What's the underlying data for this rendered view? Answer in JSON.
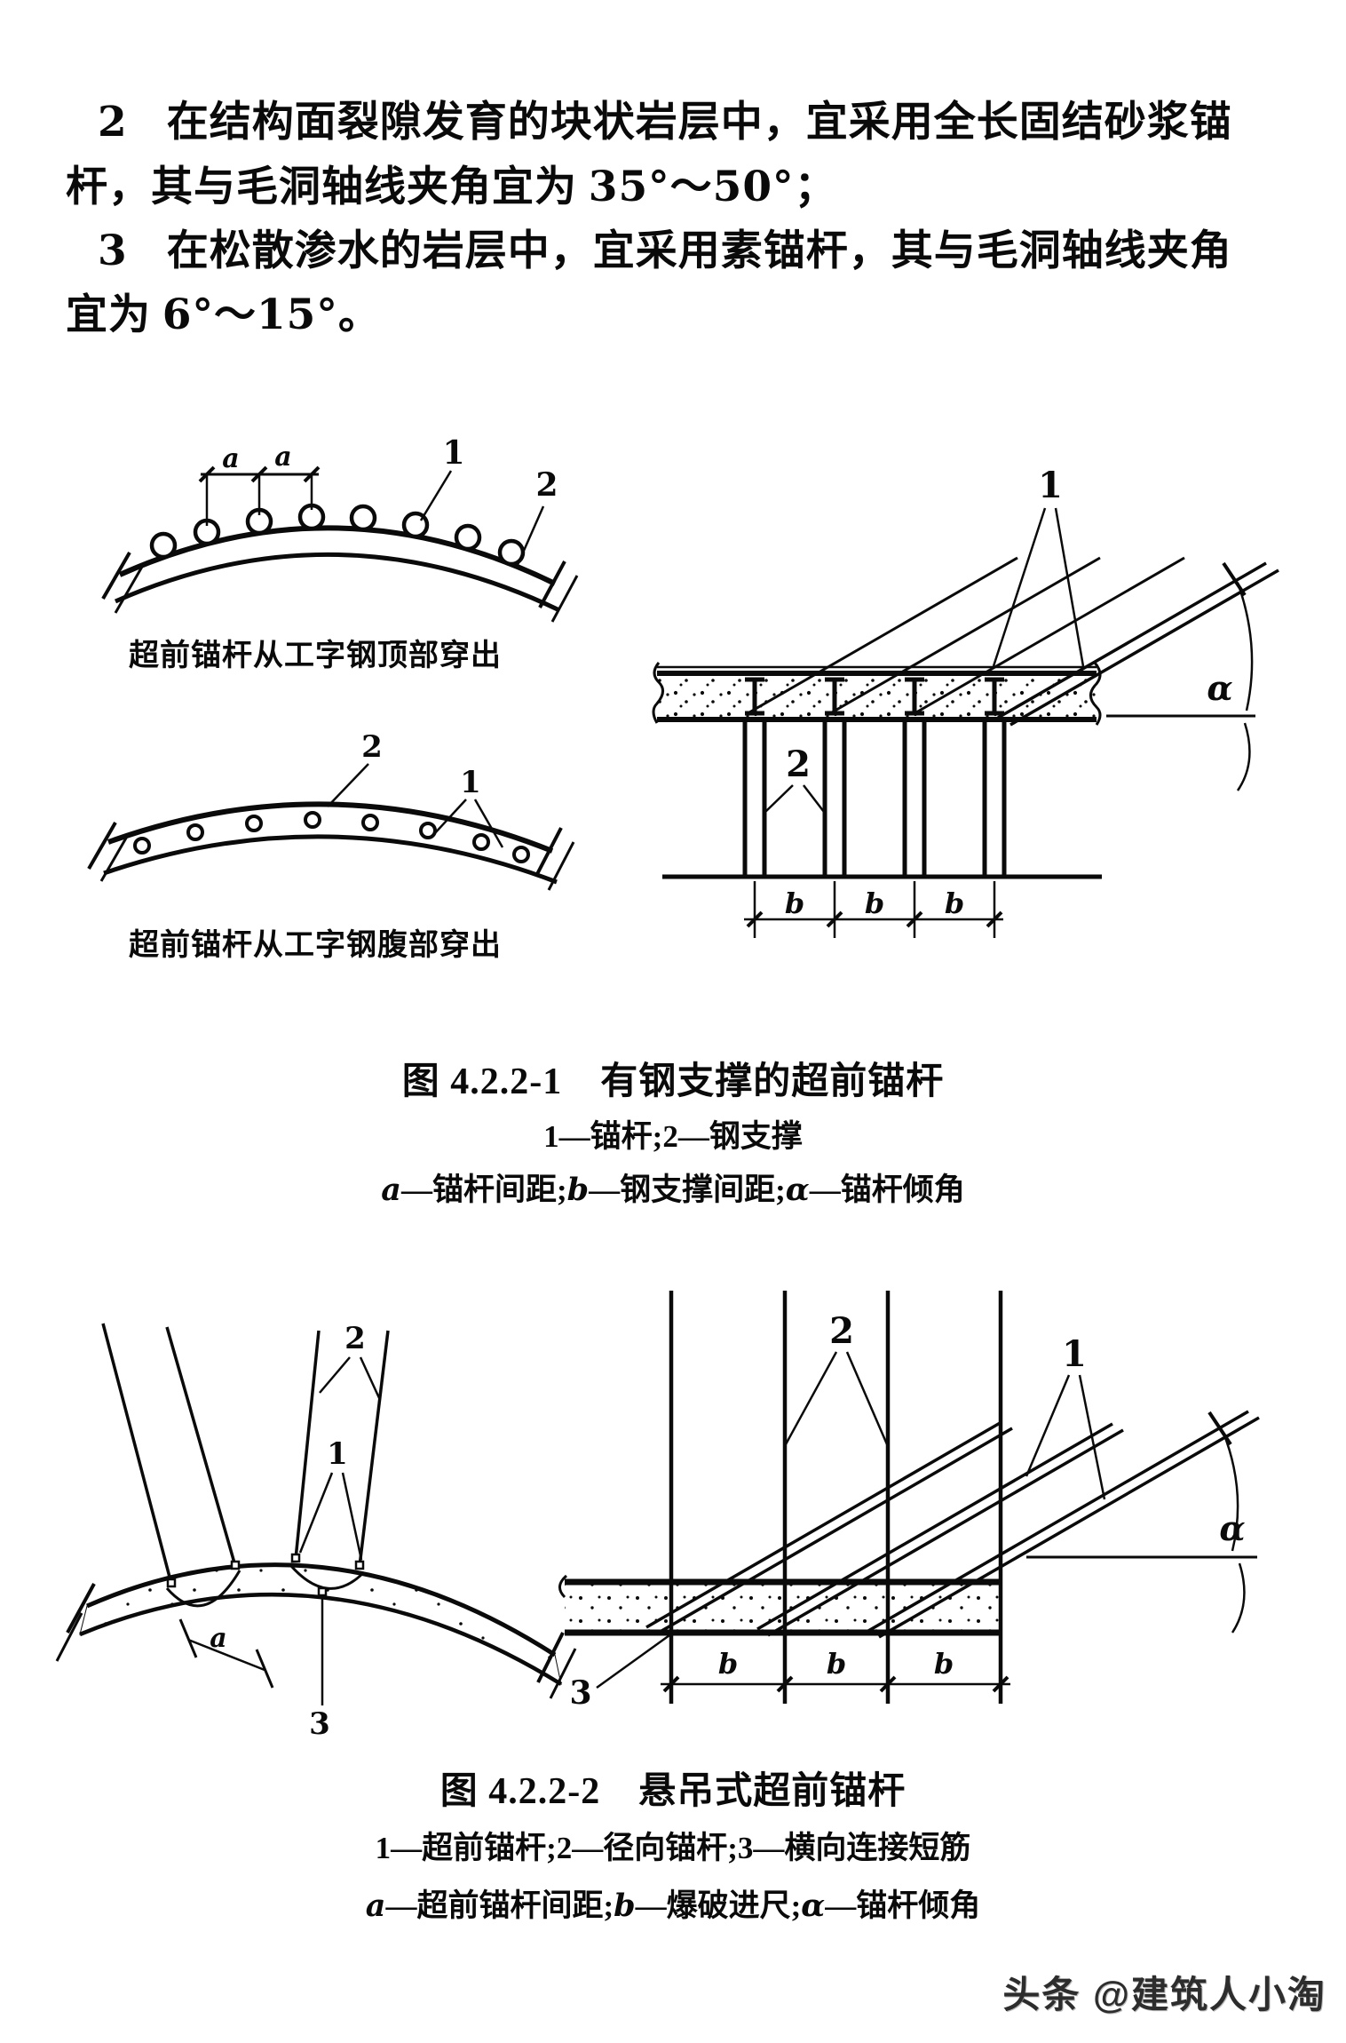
{
  "body": {
    "p2_num": "2",
    "p2_l1": "在结构面裂隙发育的块状岩层中，宜采用全长固结砂浆锚",
    "p2_l2_pre": "杆，其与毛洞轴线夹角宜为 ",
    "p2_l2_val": "35°～50°",
    "p2_l2_post": "；",
    "p3_num": "3",
    "p3_l1": "在松散渗水的岩层中，宜采用素锚杆，其与毛洞轴线夹角",
    "p3_l2_pre": "宜为 ",
    "p3_l2_val": "6°～15°",
    "p3_l2_post": "。"
  },
  "fig1": {
    "sub_caption_top": "超前锚杆从工字钢顶部穿出",
    "sub_caption_bottom": "超前锚杆从工字钢腹部穿出",
    "title": "图 4.2.2-1　有钢支撑的超前锚杆",
    "legend_items": "1—锚杆;2—钢支撑",
    "legend_vars": [
      {
        "v": "a",
        "d": "—锚杆间距;"
      },
      {
        "v": "b",
        "d": "—钢支撑间距;"
      },
      {
        "v": "α",
        "d": "—锚杆倾角"
      }
    ],
    "labels": {
      "one": "1",
      "two": "2",
      "a": "a",
      "b": "b",
      "alpha": "α"
    }
  },
  "fig2": {
    "title": "图 4.2.2-2　悬吊式超前锚杆",
    "legend_items": "1—超前锚杆;2—径向锚杆;3—横向连接短筋",
    "legend_vars": [
      {
        "v": "a",
        "d": "—超前锚杆间距;"
      },
      {
        "v": "b",
        "d": "—爆破进尺;"
      },
      {
        "v": "α",
        "d": "—锚杆倾角"
      }
    ],
    "labels": {
      "one": "1",
      "two": "2",
      "three": "3",
      "a": "a",
      "b": "b",
      "alpha": "α"
    }
  },
  "watermark": {
    "text": "头条 @建筑人小淘"
  }
}
